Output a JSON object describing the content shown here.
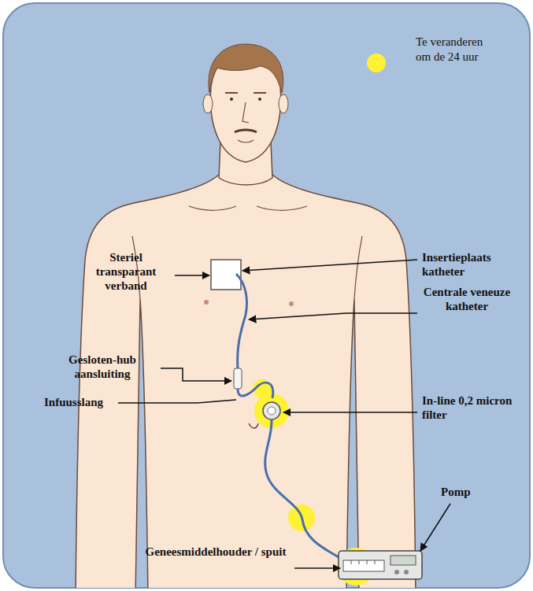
{
  "diagram": {
    "labels": [
      "Steriel transparant verband",
      "Insertieplaats katheter",
      "Centrale veneuze katheter",
      "Gesloten-hub aansluiting",
      "Infuusslang",
      "In-line 0,2 micron filter",
      "Pomp",
      "Geneesmiddelhouder / spuit"
    ],
    "legend": [
      {
        "text": "Te veranderen om de 24 uur",
        "color": "#fff133"
      }
    ]
  }
}
